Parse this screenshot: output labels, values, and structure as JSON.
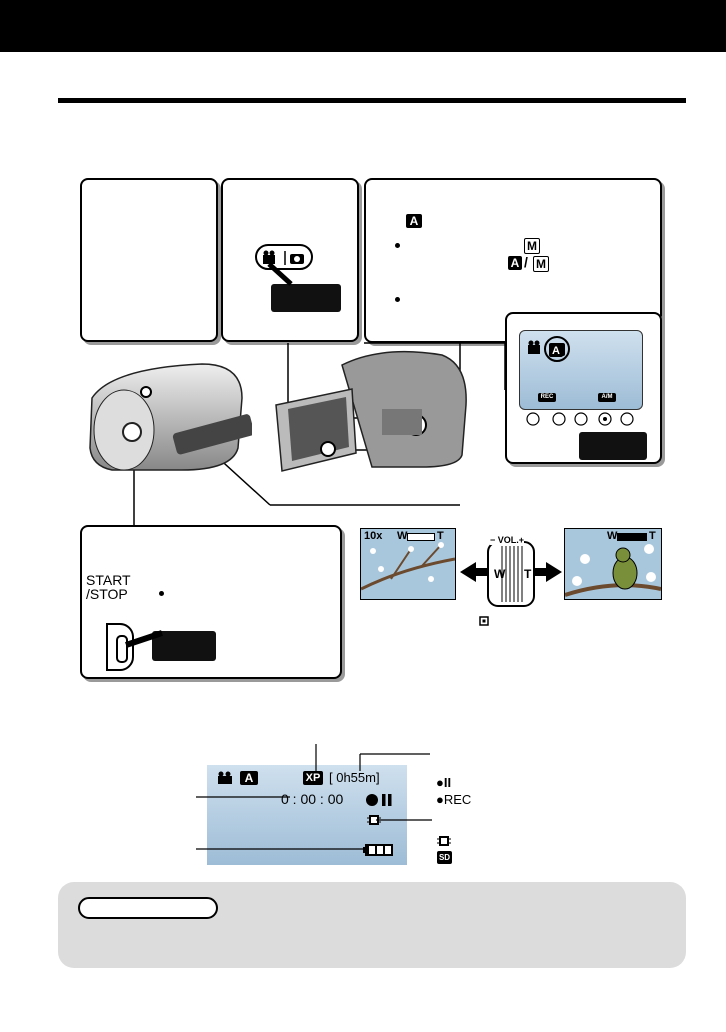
{
  "recording_screen": {
    "quality": "XP",
    "remaining_time": "[ 0h55m]",
    "counter": "0 : 00 : 00"
  },
  "panels": {
    "start_stop_label_line1": "START",
    "start_stop_label_line2": "/STOP"
  },
  "zoom": {
    "level": "10x",
    "wide_label": "W",
    "tele_label": "T",
    "volume_label": "− VOL.+"
  },
  "legend": {
    "standby_label": "●II",
    "rec_label": "●REC"
  },
  "camera_screen_buttons": {
    "rec": "REC",
    "am": "A/M"
  },
  "lcd_icons": {
    "auto": "A",
    "manual": "M",
    "auto_manual": "A/M",
    "sd": "SD"
  },
  "colors": {
    "lcd_blue": "#b6cfe2",
    "note_gray": "#dcdcdc",
    "shadow_gray": "#9a9a9a"
  }
}
